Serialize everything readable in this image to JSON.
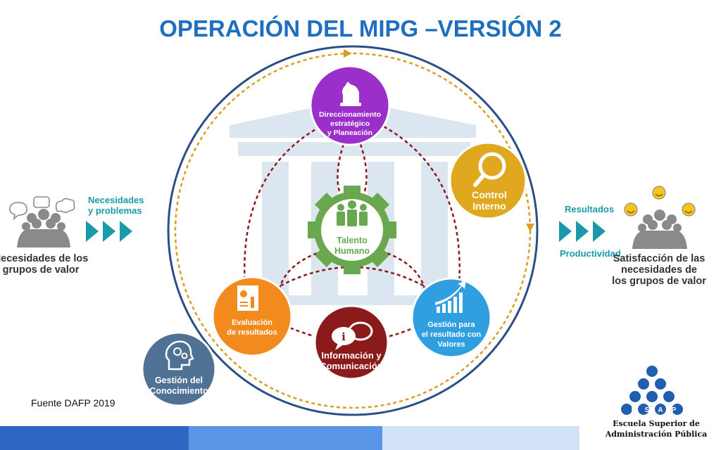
{
  "title": "OPERACIÓN DEL MIPG –VERSIÓN 2",
  "left": {
    "label_line1": "Necesidades de los",
    "label_line2": "grupos de valor",
    "arrow_label_line1": "Necesidades",
    "arrow_label_line2": "y problemas"
  },
  "right": {
    "arrow_label_top": "Resultados",
    "arrow_label_bottom": "Productividad",
    "label_line1": "Satisfacción de las",
    "label_line2": "necesidades de",
    "label_line3": "los grupos de valor"
  },
  "nodes": {
    "direccionamiento": {
      "line1": "Direccionamiento",
      "line2": "estratégico",
      "line3": "y Planeación",
      "color": "#9b2fc9"
    },
    "control": {
      "line1": "Control",
      "line2": "Interno",
      "color": "#e0a81e"
    },
    "talento": {
      "line1": "Talento",
      "line2": "Humano",
      "color": "#6aa84f"
    },
    "evaluacion": {
      "line1": "Evaluación",
      "line2": "de resultados",
      "color": "#f28a1e"
    },
    "gestion_resultado": {
      "line1": "Gestión para",
      "line2": "el resultado con",
      "line3": "Valores",
      "color": "#2f9fe0"
    },
    "informacion": {
      "line1": "Información y",
      "line2": "Comunicación",
      "color": "#8b1a1a"
    },
    "conocimiento": {
      "line1": "Gestión del",
      "line2": "Conocimiento",
      "color": "#4f7194"
    }
  },
  "source": "Fuente DAFP 2019",
  "esap": {
    "logo_text": "ESAP",
    "caption_line1": "Escuela Superior de",
    "caption_line2": "Administración Pública"
  },
  "colors": {
    "title": "#1f6fc0",
    "teal_arrow": "#1a9aa8",
    "outer_ring": "#2a4f87",
    "dashed_ring": "#d7a024",
    "links": "#8b1a1a",
    "footer": [
      "#2c67c4",
      "#5b95e6",
      "#d3e3f7"
    ]
  }
}
